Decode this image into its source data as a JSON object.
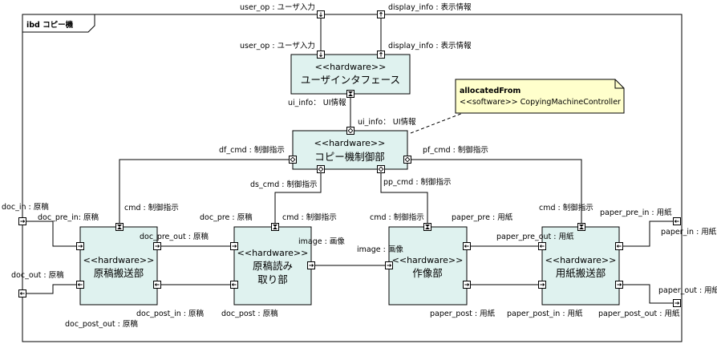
{
  "frame": {
    "title": "ibd コピー機"
  },
  "blocks": {
    "ui": {
      "stereotype": "<<hardware>>",
      "name": "ユーザインタフェース"
    },
    "ctrl": {
      "stereotype": "<<hardware>>",
      "name": "コピー機制御部"
    },
    "docfeed": {
      "stereotype": "<<hardware>>",
      "name": "原稿搬送部"
    },
    "scan": {
      "stereotype": "<<hardware>>",
      "name1": "原稿読み",
      "name2": "取り部"
    },
    "image": {
      "stereotype": "<<hardware>>",
      "name": "作像部"
    },
    "paper": {
      "stereotype": "<<hardware>>",
      "name": "用紙搬送部"
    }
  },
  "note": {
    "line1": "allocatedFrom",
    "line2": "<<software>> CopyingMachineController"
  },
  "labels": {
    "user_op_frame": "user_op : ユーザ入力",
    "display_info_frame": "display_info : 表示情報",
    "user_op_ui": "user_op : ユーザ入力",
    "display_info_ui": "display_info : 表示情報",
    "ui_info_ui": "ui_info：  UI情報",
    "ui_info_ctrl": "ui_info：  UI情報",
    "df_cmd": "df_cmd : 制御指示",
    "pf_cmd": "pf_cmd : 制御指示",
    "ds_cmd": "ds_cmd : 制御指示",
    "pp_cmd": "pp_cmd : 制御指示",
    "cmd_docfeed": "cmd : 制御指示",
    "cmd_scan": "cmd : 制御指示",
    "cmd_image": "cmd : 制御指示",
    "cmd_paper": "cmd : 制御指示",
    "doc_in": "doc_in : 原稿",
    "doc_pre_in": "doc_pre_in: 原稿",
    "doc_pre": "doc_pre : 原稿",
    "doc_pre_out": "doc_pre_out : 原稿",
    "doc_out": "doc_out : 原稿",
    "doc_post_in": "doc_post_in : 原稿",
    "doc_post": "doc_post : 原稿",
    "doc_post_out": "doc_post_out : 原稿",
    "image_scan": "image : 画像",
    "image_image": "image : 画像",
    "paper_pre": "paper_pre : 用紙",
    "paper_pre_out": "paper_pre_out : 用紙",
    "paper_pre_in": "paper_pre_in : 用紙",
    "paper_in": "paper_in : 用紙",
    "paper_out": "paper_out : 用紙",
    "paper_post": "paper_post : 用紙",
    "paper_post_in": "paper_post_in : 用紙",
    "paper_post_out": "paper_post_out : 用紙"
  }
}
